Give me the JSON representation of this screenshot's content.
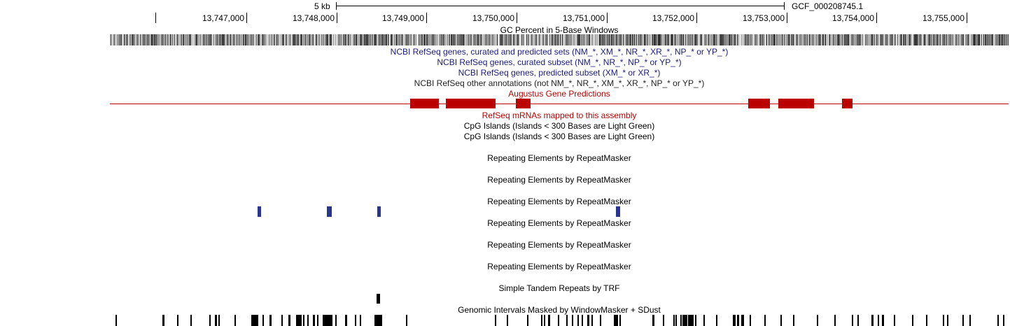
{
  "scale": {
    "length_label": "5 kb",
    "assembly": "GCF_000208745.1"
  },
  "ruler": {
    "ticks": [
      "13,747,000",
      "13,748,000",
      "13,749,000",
      "13,750,000",
      "13,751,000",
      "13,752,000",
      "13,753,000",
      "13,754,000",
      "13,755,000"
    ]
  },
  "tracks": {
    "gc_percent": "GC Percent in 5-Base Windows",
    "refseq_all": "NCBI RefSeq genes, curated and predicted sets (NM_*, XM_*, NR_*, XR_*, NP_* or YP_*)",
    "refseq_curated": "NCBI RefSeq genes, curated subset (NM_*, NR_*, NP_* or YP_*)",
    "refseq_predicted": "NCBI RefSeq genes, predicted subset (XM_* or XR_*)",
    "refseq_other": "NCBI RefSeq other annotations (not NM_*, NR_*, XM_*, XR_*, NP_* or YP_*)",
    "augustus": "Augustus Gene Predictions",
    "refseq_mrna": "RefSeq mRNAs mapped to this assembly",
    "cpg_1": "CpG Islands (Islands < 300 Bases are Light Green)",
    "cpg_2": "CpG Islands (Islands < 300 Bases are Light Green)",
    "rmsk_1": "Repeating Elements by RepeatMasker",
    "rmsk_2": "Repeating Elements by RepeatMasker",
    "rmsk_3": "Repeating Elements by RepeatMasker",
    "rmsk_4": "Repeating Elements by RepeatMasker",
    "rmsk_5": "Repeating Elements by RepeatMasker",
    "rmsk_6": "Repeating Elements by RepeatMasker",
    "trf": "Simple Tandem Repeats by TRF",
    "windowmasker": "Genomic Intervals Masked by WindowMasker + SDust"
  },
  "colors": {
    "gene": "#bb0000",
    "refseq_label": "#1a1a80",
    "repeat": "#2a3590",
    "track_label": "#000000"
  }
}
